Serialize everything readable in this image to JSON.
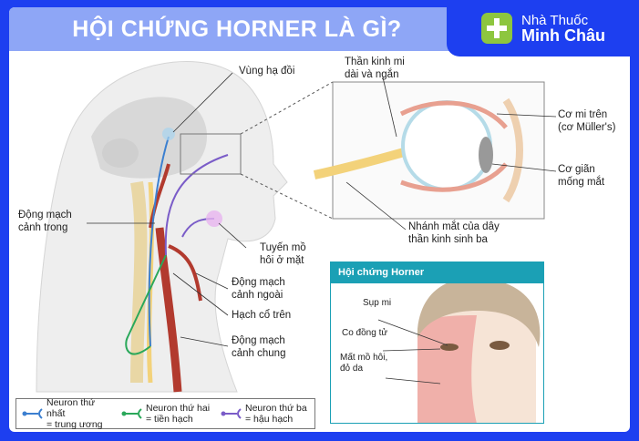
{
  "title": "HỘI CHỨNG HORNER LÀ GÌ?",
  "brand": {
    "line1": "Nhà Thuốc",
    "line2": "Minh Châu",
    "icon": "plus-icon"
  },
  "labels": {
    "hypothalamus": "Vùng hạ đồi",
    "ciliary_nerves": [
      "Thần kinh mi",
      "dài và ngắn"
    ],
    "muller": [
      "Cơ mi trên",
      "(cơ Müller's)"
    ],
    "dilator": [
      "Cơ giãn",
      "mống mắt"
    ],
    "ophthalmic": [
      "Nhánh mắt của dây",
      "thần kinh sinh ba"
    ],
    "internal_carotid": [
      "Động mạch",
      "cảnh trong"
    ],
    "sweat_gland": [
      "Tuyến mồ",
      "hôi ở mặt"
    ],
    "external_carotid": [
      "Động mạch",
      "cảnh ngoài"
    ],
    "ganglion": "Hạch cổ trên",
    "common_carotid": [
      "Động mạch",
      "cảnh chung"
    ]
  },
  "horner_box": {
    "title": "Hội chứng Horner",
    "ptosis": "Sụp mi",
    "miosis": "Co đồng tử",
    "anhidrosis": [
      "Mất mồ hôi,",
      "đỏ da"
    ]
  },
  "legend": [
    {
      "line1": "Neuron thứ nhất",
      "line2": "= trung ương",
      "color": "#3b7fd0"
    },
    {
      "line1": "Neuron thứ hai",
      "line2": "= tiền hạch",
      "color": "#2aa85a"
    },
    {
      "line1": "Neuron thứ ba",
      "line2": "= hậu hạch",
      "color": "#7a5cc8"
    }
  ]
}
